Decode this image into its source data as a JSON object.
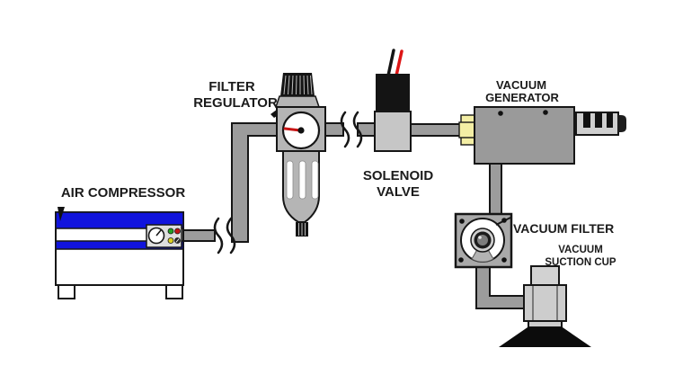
{
  "diagram": {
    "labels": {
      "air_compressor": "AIR COMPRESSOR",
      "filter_regulator": {
        "line1": "FILTER",
        "line2": "REGULATOR"
      },
      "solenoid_valve": {
        "line1": "SOLENOID",
        "line2": "VALVE"
      },
      "vacuum_generator": {
        "line1": "VACUUM",
        "line2": "GENERATOR"
      },
      "vacuum_filter": "VACUUM FILTER",
      "vacuum_suction_cup": {
        "line1": "VACUUM",
        "line2": "SUCTION CUP"
      }
    },
    "colors": {
      "compressor_blue": "#1114dd",
      "pipe_gray": "#9c9c9c",
      "body_gray": "#b5b5b5",
      "generator_gray": "#9a9a9a",
      "silencer_gray": "#cfcfcf",
      "fitting_yellow": "#f3eea4",
      "wire_black": "#141414",
      "wire_red": "#dd1515",
      "needle_red": "#c81414",
      "button_green": "#22a022",
      "button_red": "#c41414",
      "button_yellow": "#ddd022",
      "suction_cup_black": "#0c0c0c"
    }
  }
}
